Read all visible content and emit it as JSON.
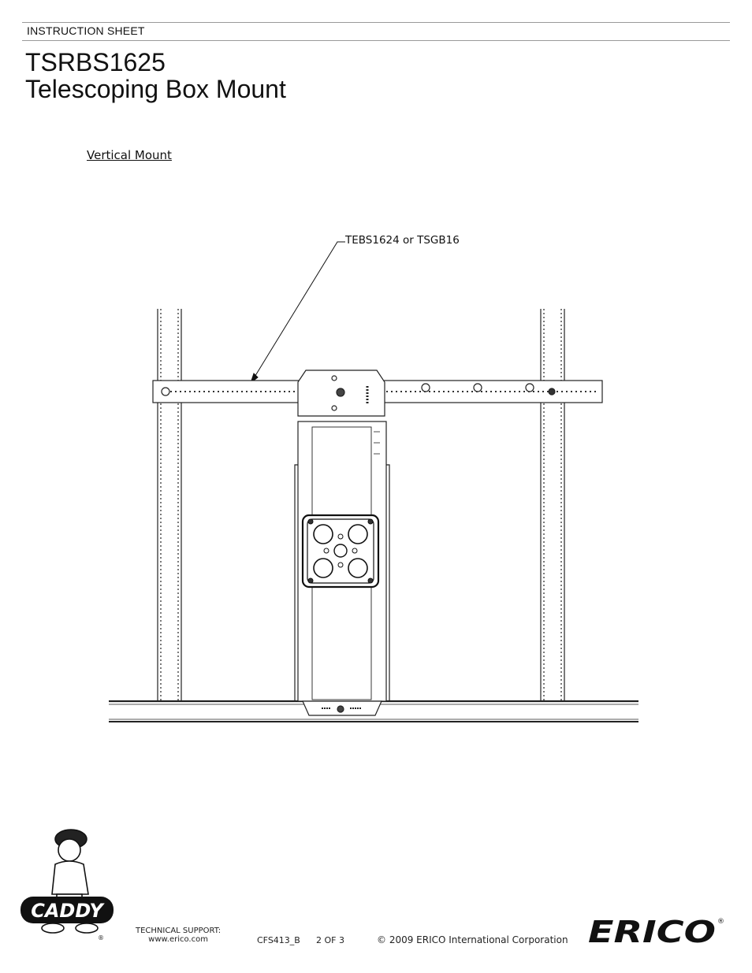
{
  "header": {
    "label": "INSTRUCTION SHEET"
  },
  "title": {
    "line1": "TSRBS1625",
    "line2": "Telescoping Box Mount"
  },
  "section": {
    "label": "Vertical Mount"
  },
  "drawing": {
    "callout": "TEBS1624 or TSGB16"
  },
  "footer": {
    "support_label": "TECHNICAL SUPPORT:",
    "support_url": "www.erico.com",
    "doc_code": "CFS413_B",
    "page": "2 OF 3",
    "copyright": "© 2009 ERICO International Corporation",
    "caddy_logo": "CADDY",
    "erico_logo": "ERICO",
    "registered": "®"
  },
  "colors": {
    "ink": "#111111",
    "rule": "#9a9a9a"
  }
}
